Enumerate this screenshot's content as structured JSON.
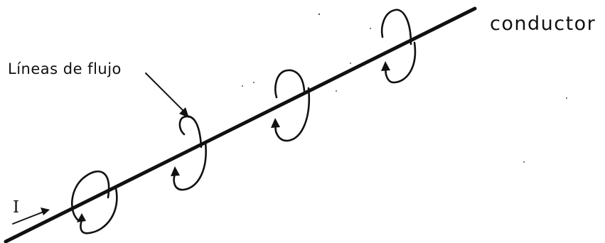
{
  "labels": {
    "conductor": "conductor",
    "flux_lines": "Líneas de flujo",
    "current": "I"
  },
  "colors": {
    "ink": "#111111",
    "background": "#ffffff"
  }
}
